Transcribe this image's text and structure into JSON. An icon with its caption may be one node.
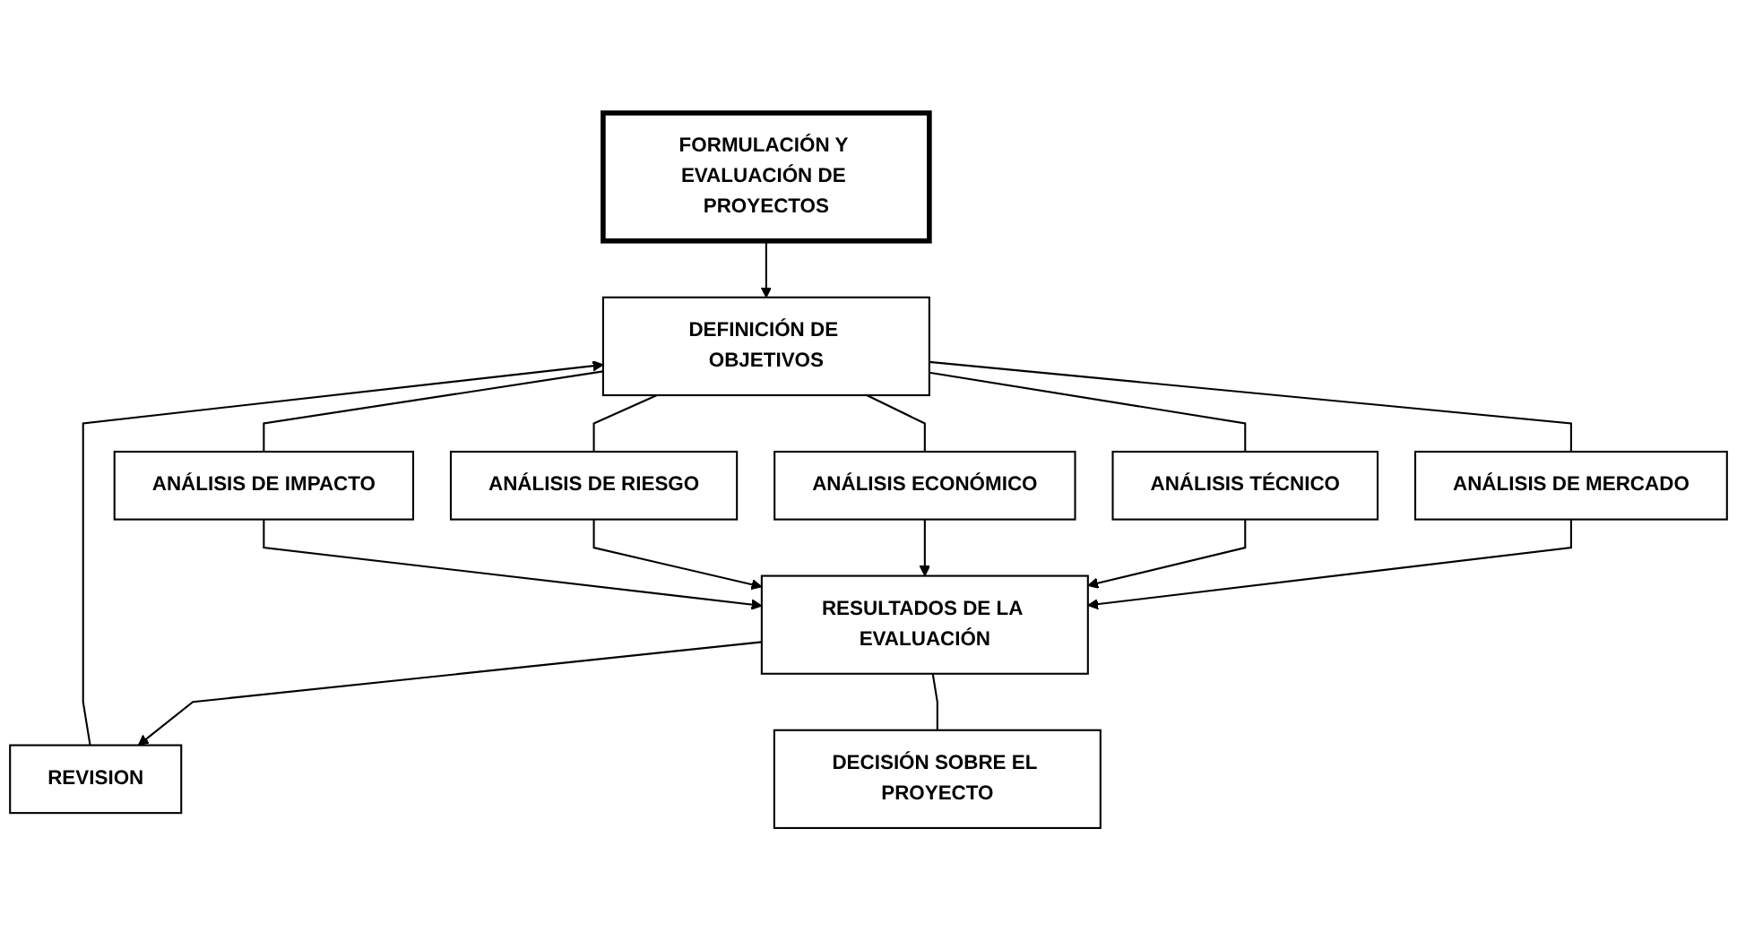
{
  "diagram": {
    "nodes": [
      {
        "text": [
          "FORMULACIÓN Y EVALUACIÓN DE PROYECTOS"
        ]
      },
      {
        "text": [
          "DEFINICIÓN DE OBJETIVOS"
        ]
      },
      {
        "text": [
          "ANÁLISIS DE MERCADO"
        ]
      },
      {
        "text": [
          "ANÁLISIS TÉCNICO"
        ]
      },
      {
        "text": [
          "ANÁLISIS ECONÓMICO"
        ]
      },
      {
        "text": [
          "ANÁLISIS DE RIESGO"
        ]
      },
      {
        "text": [
          "ANÁLISIS DE IMPACTO"
        ]
      },
      {
        "text": [
          "REVISION"
        ]
      },
      {
        "text": [
          "RESULTADOS DE LA EVALUACIÓN"
        ]
      },
      {
        "text": [
          "DECISIÓN SOBRE EL PROYECTO"
        ]
      }
    ],
    "edges": [
      {
        "from": 0,
        "to": 1,
        "arrow": "to"
      },
      {
        "from": 1,
        "to": 2,
        "arrow": "none"
      },
      {
        "from": 1,
        "to": 3,
        "arrow": "none"
      },
      {
        "from": 1,
        "to": 4,
        "arrow": "none"
      },
      {
        "from": 1,
        "to": 5,
        "arrow": "none"
      },
      {
        "from": 1,
        "to": 6,
        "arrow": "none"
      },
      {
        "from": 2,
        "to": 8,
        "arrow": "to"
      },
      {
        "from": 3,
        "to": 8,
        "arrow": "to"
      },
      {
        "from": 4,
        "to": 8,
        "arrow": "to"
      },
      {
        "from": 5,
        "to": 8,
        "arrow": "to"
      },
      {
        "from": 6,
        "to": 8,
        "arrow": "to"
      },
      {
        "from": 8,
        "to": 7,
        "arrow": "to"
      },
      {
        "from": 7,
        "to": 1,
        "arrow": "to"
      },
      {
        "from": 8,
        "to": 9,
        "arrow": "none"
      }
    ]
  }
}
